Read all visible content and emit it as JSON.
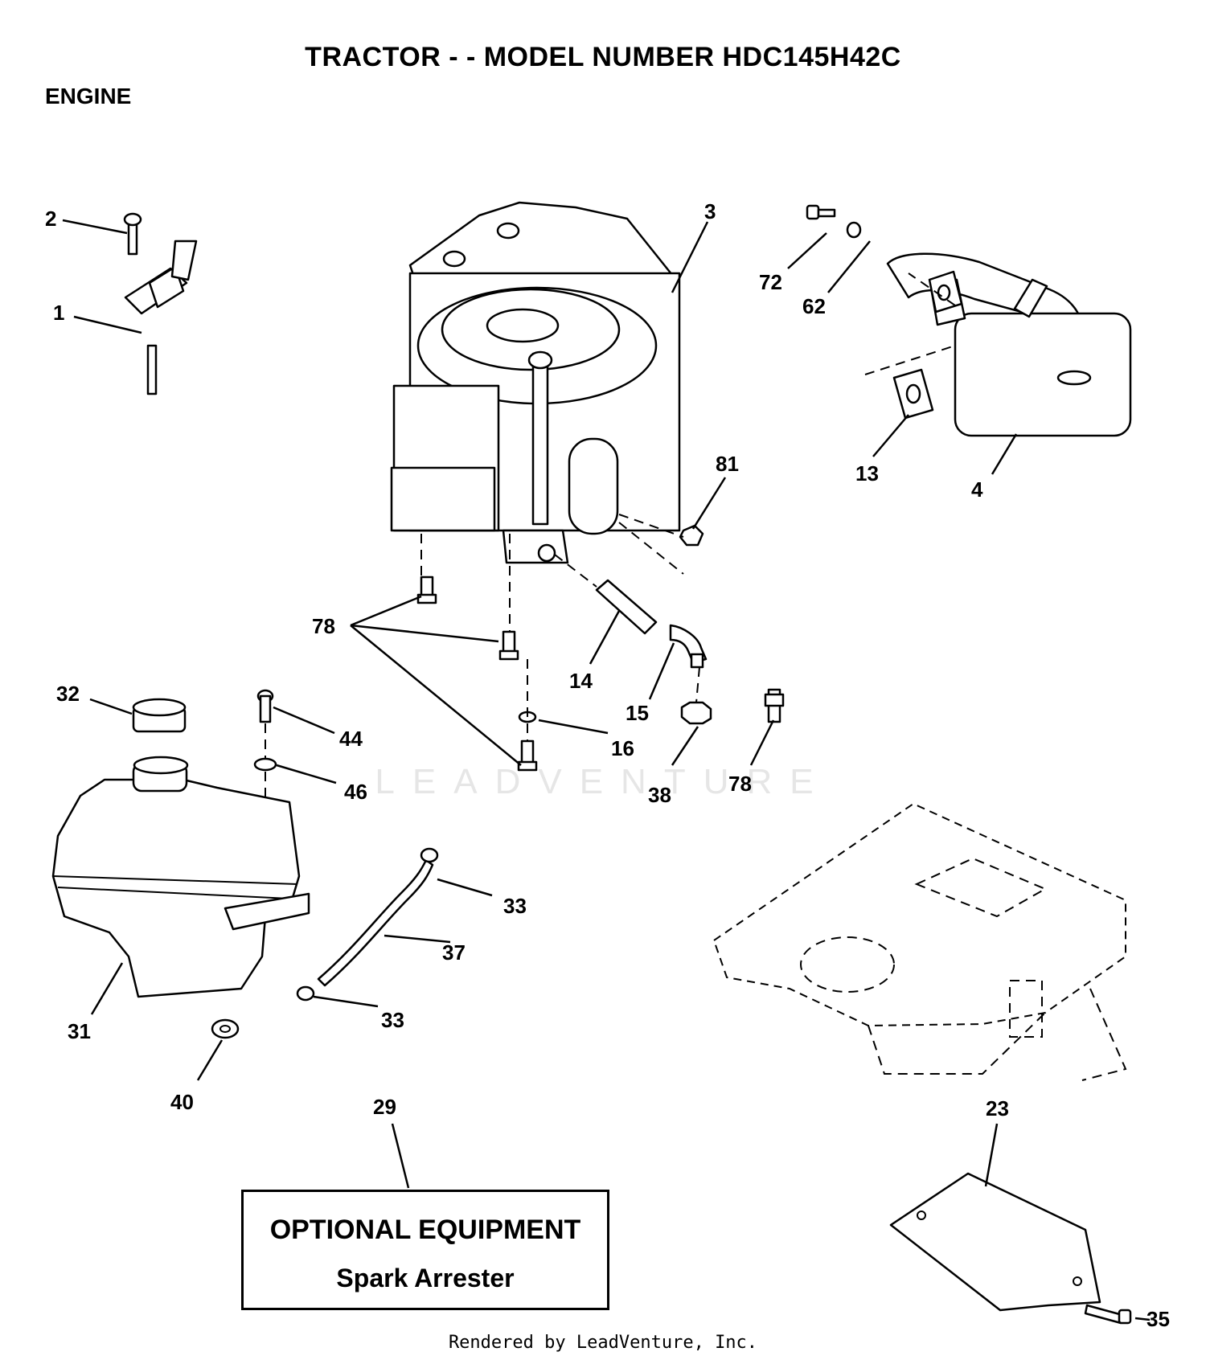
{
  "header": {
    "title": "TRACTOR - - MODEL NUMBER HDC145H42C",
    "section": "ENGINE"
  },
  "callouts": {
    "c1": "1",
    "c2": "2",
    "c3": "3",
    "c4": "4",
    "c13": "13",
    "c14": "14",
    "c15": "15",
    "c16": "16",
    "c23": "23",
    "c29": "29",
    "c31": "31",
    "c32": "32",
    "c33a": "33",
    "c33b": "33",
    "c35": "35",
    "c37": "37",
    "c38": "38",
    "c40": "40",
    "c44": "44",
    "c46": "46",
    "c62": "62",
    "c72": "72",
    "c78a": "78",
    "c78b": "78",
    "c81": "81"
  },
  "optional_equipment": {
    "title": "OPTIONAL EQUIPMENT",
    "item": "Spark Arrester"
  },
  "watermark": "LEADVENTURE",
  "footer": "Rendered by LeadVenture, Inc."
}
